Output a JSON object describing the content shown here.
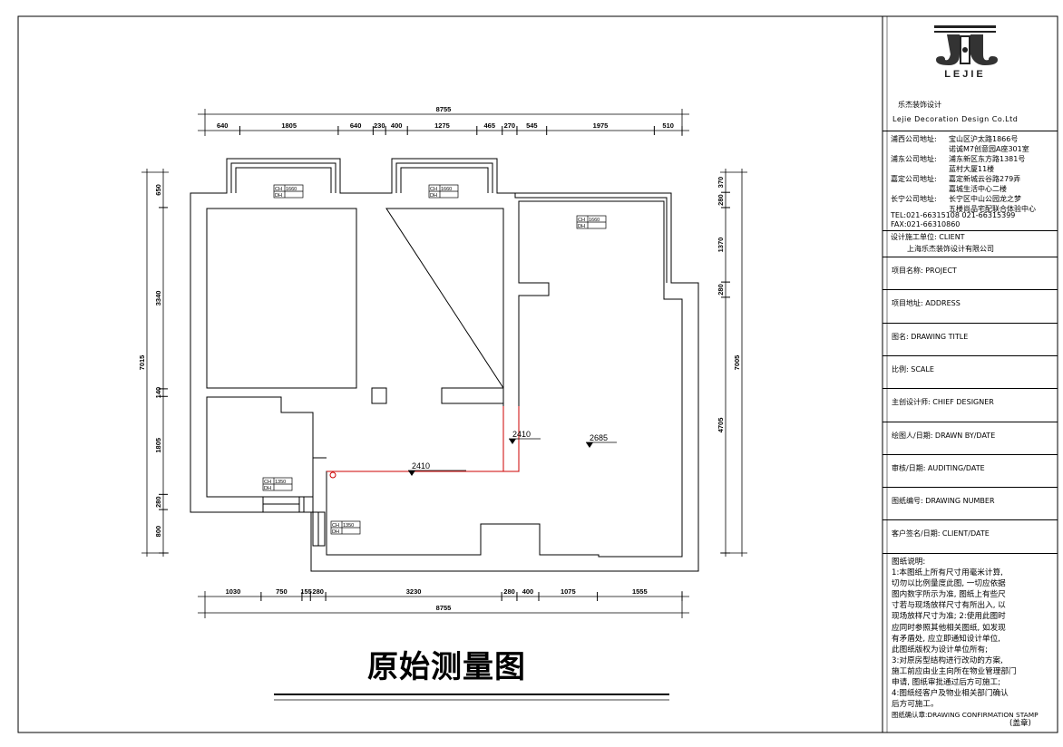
{
  "drawing_title": "原始测量图",
  "logo": {
    "text": "LEJIE"
  },
  "company": {
    "name_cn": "乐杰装饰设计",
    "name_en": "Lejie Decoration Design Co.Ltd"
  },
  "addresses": [
    {
      "label": "浦西公司地址:",
      "lines": [
        "宝山区沪太路1866号",
        "诺诚M7创意园A座301室"
      ]
    },
    {
      "label": "浦东公司地址:",
      "lines": [
        "浦东新区东方路1381号",
        "蓝村大厦11楼"
      ]
    },
    {
      "label": "嘉定公司地址:",
      "lines": [
        "嘉定新城云谷路279弄",
        "嘉城生活中心二楼"
      ]
    },
    {
      "label": "长宁公司地址:",
      "lines": [
        "长宁区中山公园龙之梦",
        "五楼尚品宅配联合体验中心"
      ]
    }
  ],
  "tel": "TEL:021-66315108 021-66315399",
  "fax": "FAX:021-66310860",
  "client_label": "设计施工单位: CLIENT",
  "client_name": "上海乐杰装饰设计有限公司",
  "fields": [
    "项目名称: PROJECT",
    "项目地址: ADDRESS",
    "图名: DRAWING TITLE",
    "比例: SCALE",
    "主创设计师: CHIEF DESIGNER",
    "绘图人/日期: DRAWN BY/DATE",
    "审核/日期: AUDITING/DATE",
    "图纸编号: DRAWING NUMBER",
    "客户签名/日期: CLIENT/DATE"
  ],
  "notes": [
    "图纸说明:",
    "1:本图纸上所有尺寸用毫米计算,",
    "切勿以比例量度此图, 一切应依据",
    "图内数字所示为准, 图纸上有些尺",
    "寸若与现场放样尺寸有所出入, 以",
    "现场放样尺寸为准; 2:使用此图时",
    "应同时参照其他相关图纸, 如发现",
    "有矛盾处, 应立即通知设计单位,",
    "此图纸版权为设计单位所有;",
    "3:对原房型结构进行改动的方案,",
    "施工前应由业主向所在物业管理部门",
    "申请, 图纸审批通过后方可施工;",
    "4:图纸经客户及物业相关部门确认",
    "后方可施工。",
    "图纸确认章:DRAWING CONFIRMATION STAMP"
  ],
  "stamp_note": "(盖章)",
  "plan": {
    "top_total": "8755",
    "top_dims": [
      "640",
      "1805",
      "640",
      "230",
      "400",
      "1275",
      "465",
      "270",
      "545",
      "1975",
      "510"
    ],
    "bottom_total": "8755",
    "bottom_dims": [
      "1030",
      "750",
      "155",
      "280",
      "3230",
      "280",
      "400",
      "1075",
      "1555"
    ],
    "left_total": "7015",
    "left_dims": [
      "650",
      "3340",
      "140",
      "1805",
      "280",
      "800"
    ],
    "right_total": "7005",
    "right_dims": [
      "370",
      "280",
      "1370",
      "280",
      "4705"
    ],
    "tags": [
      {
        "ch": "CH",
        "ch_val": "1660",
        "dh": "DH"
      },
      {
        "ch": "CH",
        "ch_val": "1660",
        "dh": "DH"
      },
      {
        "ch": "CH",
        "ch_val": "1660",
        "dh": "DH"
      },
      {
        "ch": "CH",
        "ch_val": "1350",
        "dh": "DH"
      },
      {
        "ch": "CH",
        "ch_val": "1350",
        "dh": "DH"
      }
    ],
    "levels": [
      "2410",
      "2410",
      "2685"
    ]
  }
}
